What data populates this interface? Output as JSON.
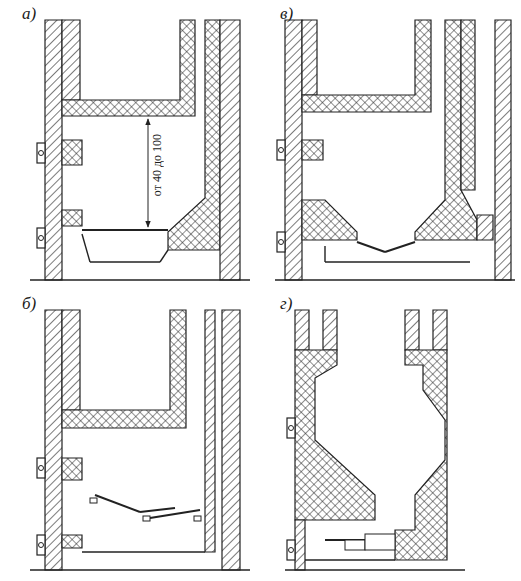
{
  "diagram": {
    "labels": [
      "а)",
      "в)",
      "б)",
      "г)",
      "от 40 до 100"
    ]
  }
}
